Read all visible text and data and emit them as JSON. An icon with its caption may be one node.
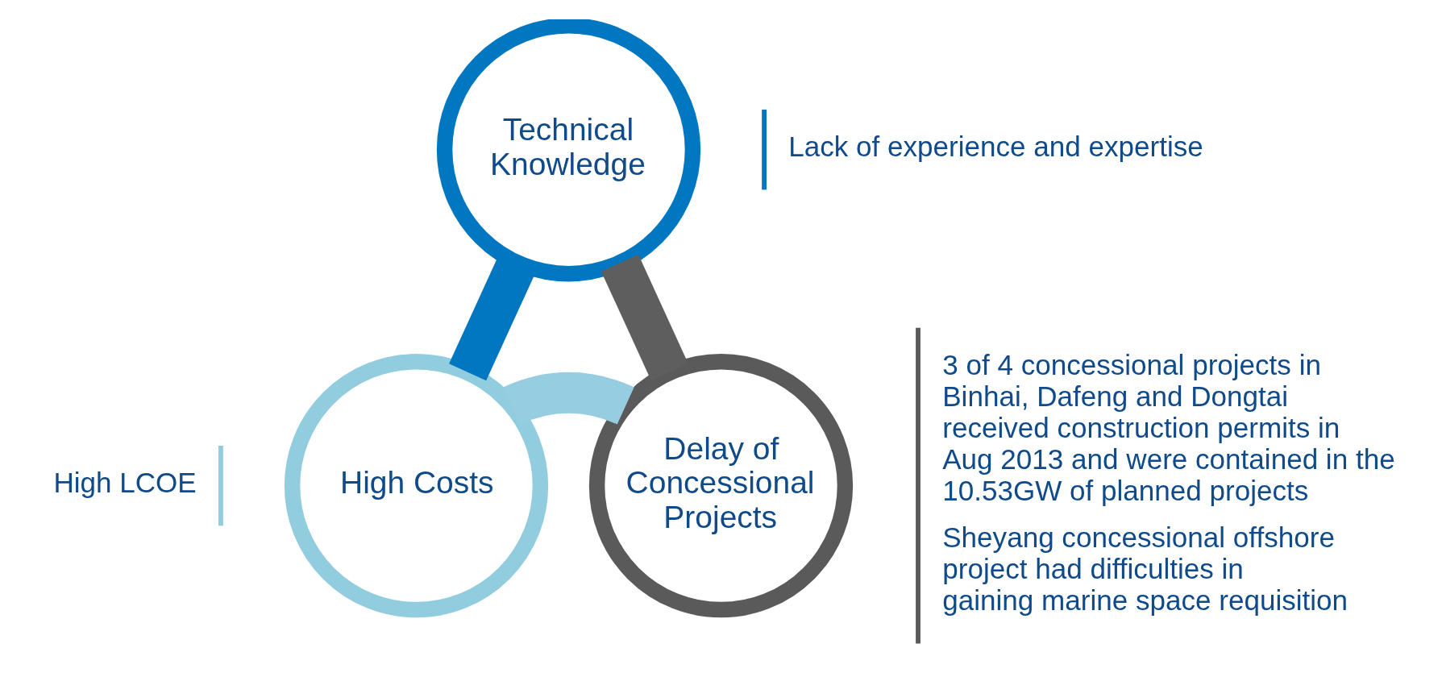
{
  "diagram": {
    "nodes": [
      {
        "text": [
          "Technical Knowledge"
        ],
        "beside": [
          "Lack of experience and expertise"
        ]
      },
      {
        "text": [
          "High Costs"
        ],
        "beside": [
          "High LCOE"
        ]
      },
      {
        "text": [
          "Delay of Concessional Projects"
        ],
        "beside": [
          "3 of 4 concessional projects in Binhai, Dafeng and Dongtai received construction permits in Aug 2013 and were contained in the 10.53GW of planned projects",
          "Sheyang concessional offshore project had difficulties in gaining marine space requisition"
        ]
      }
    ],
    "edges": [
      {
        "from": 0,
        "to": 1,
        "arrow": "none",
        "color": "#0077c0"
      },
      {
        "from": 0,
        "to": 2,
        "arrow": "none",
        "color": "#5e5e5e"
      },
      {
        "from": 1,
        "to": 2,
        "arrow": "none",
        "color": "#96cde0"
      }
    ]
  }
}
